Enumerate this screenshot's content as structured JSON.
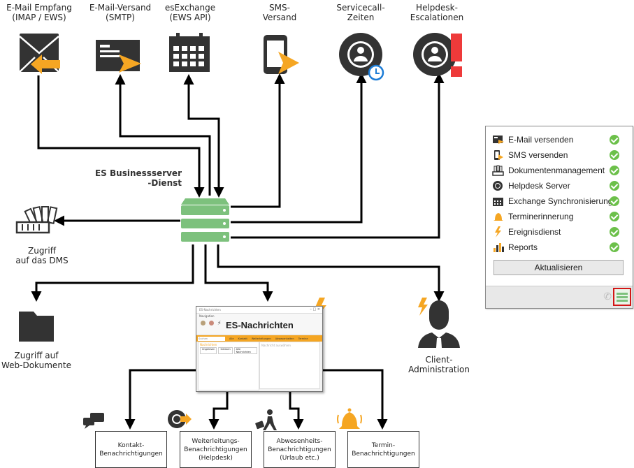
{
  "top_nodes": [
    {
      "label": "E-Mail Empfang\n(IMAP / EWS)",
      "icon": "mail-receive-icon"
    },
    {
      "label": "E-Mail-Versand\n(SMTP)",
      "icon": "mail-send-icon"
    },
    {
      "label": "esExchange\n(EWS API)",
      "icon": "calendar-icon"
    },
    {
      "label": "SMS-\nVersand",
      "icon": "phone-send-icon"
    },
    {
      "label": "Servicecall-\nZeiten",
      "icon": "lifebuoy-clock-icon"
    },
    {
      "label": "Helpdesk-\nEscalationen",
      "icon": "lifebuoy-alert-icon"
    }
  ],
  "server_label": "ES Businessserver\n-Dienst",
  "dms_label": "Zugriff\nauf das DMS",
  "web_docs_label": "Zugriff auf\nWeb-Dokumente",
  "client_admin_label": "Client-\nAdministration",
  "es_nachrichten": {
    "title": "ES-Nachrichten",
    "window_caption": "ES-Nachrichten",
    "menu_label": "Navigation",
    "search_placeholder": "Suchen",
    "filters": [
      "Alle",
      "Kontakt",
      "Weiterleitungen",
      "Abwesenheiten",
      "Termine"
    ],
    "list_header": "Nachrichten",
    "columns": [
      "Ungelesen",
      "Gelesen",
      "Alle Nachrichten"
    ],
    "detail_placeholder": "Nachricht auswählen"
  },
  "bottom_nodes": [
    {
      "label": "Kontakt-\nBenachrichtigungen",
      "icon": "chat-bubbles-icon"
    },
    {
      "label": "Weiterleitungs-\nBenachrichtigungen\n(Helpdesk)",
      "icon": "lifebuoy-forward-icon"
    },
    {
      "label": "Abwesenheits-\nBenachrichtigungen\n(Urlaub etc.)",
      "icon": "traveler-icon"
    },
    {
      "label": "Termin-\nBenachrichtigungen",
      "icon": "bell-icon"
    }
  ],
  "status_panel": {
    "items": [
      {
        "label": "E-Mail versenden",
        "icon": "mail-send-icon",
        "status": "ok"
      },
      {
        "label": "SMS versenden",
        "icon": "phone-send-icon",
        "status": "ok"
      },
      {
        "label": "Dokumentenmanagement",
        "icon": "dms-icon",
        "status": "ok"
      },
      {
        "label": "Helpdesk Server",
        "icon": "lifebuoy-icon",
        "status": "ok"
      },
      {
        "label": "Exchange Synchronisierung",
        "icon": "calendar-icon",
        "status": "ok"
      },
      {
        "label": "Terminerinnerung",
        "icon": "bell-icon",
        "status": "ok"
      },
      {
        "label": "Ereignisdienst",
        "icon": "lightning-icon",
        "status": "ok"
      },
      {
        "label": "Reports",
        "icon": "reports-icon",
        "status": "ok"
      }
    ],
    "refresh_button": "Aktualisieren"
  },
  "colors": {
    "arrow": "#000000",
    "accent_orange": "#f5a623",
    "server_green": "#7dc17d",
    "alert_red": "#ee3a3a",
    "icon_dark": "#3a3a3a",
    "clock_blue": "#1c7cd6",
    "check_green": "#6cc04a"
  }
}
